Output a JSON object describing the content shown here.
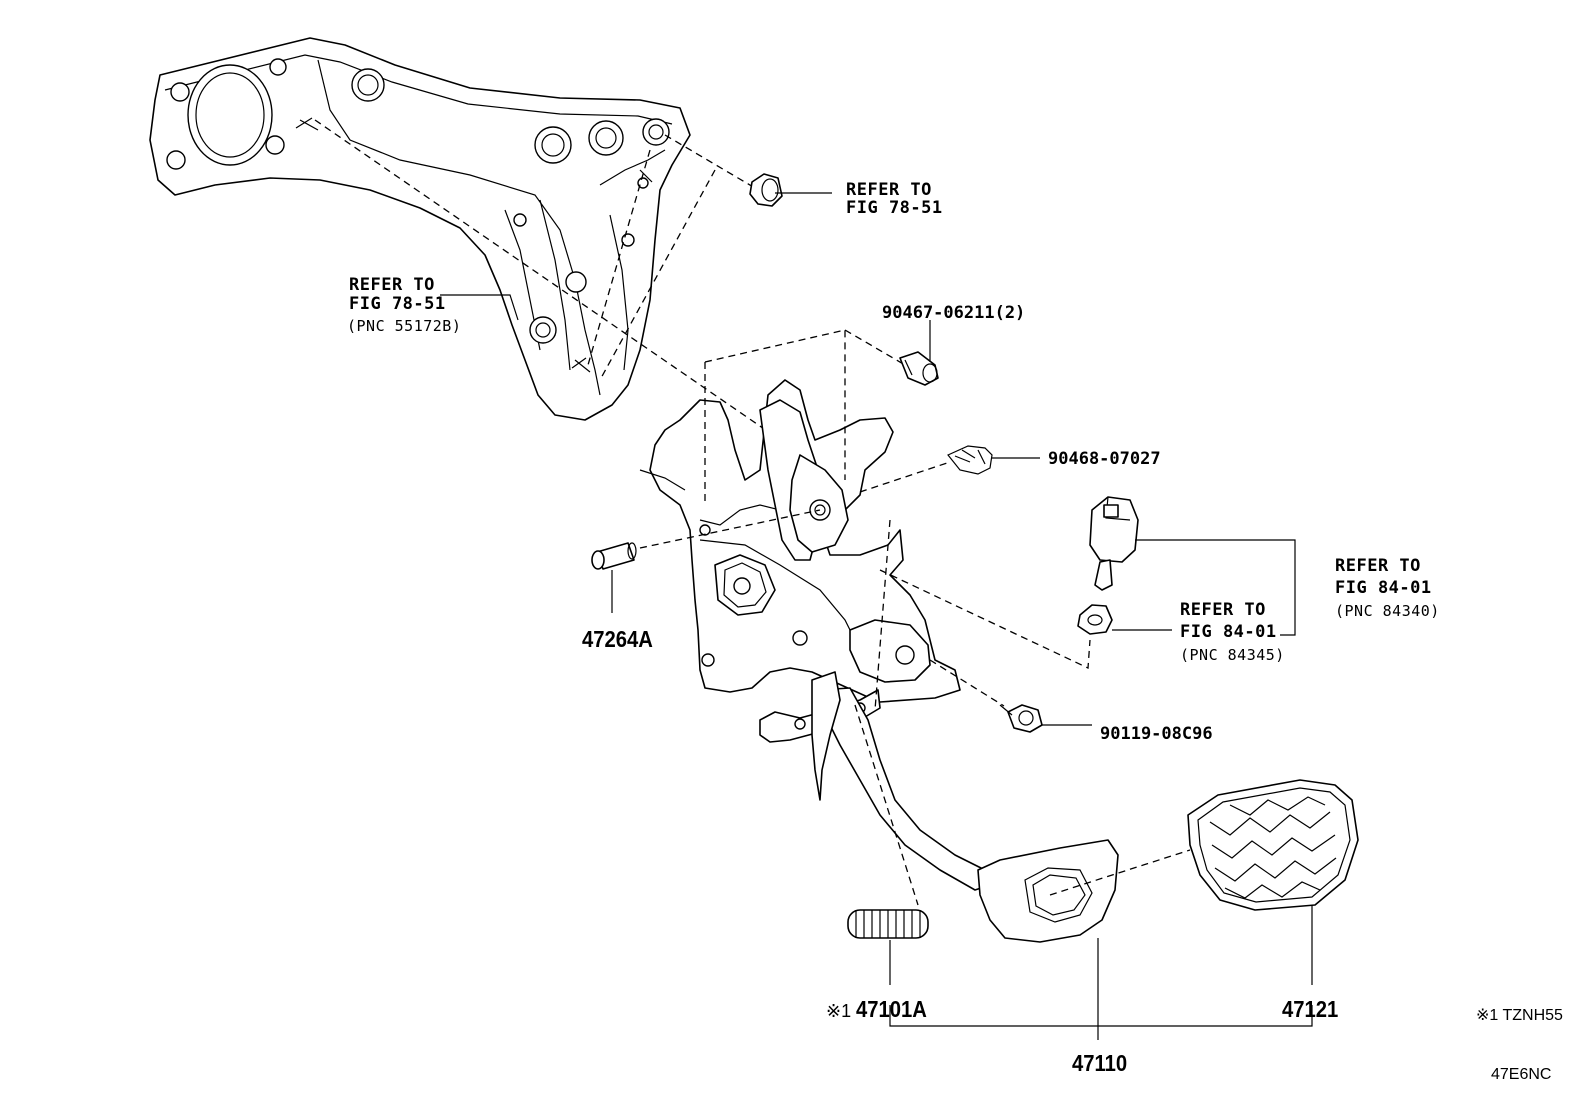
{
  "callouts": {
    "refer_top": {
      "line1": "REFER TO",
      "line2": "FIG 78-51"
    },
    "refer_left": {
      "line1": "REFER TO",
      "line2": "FIG 78-51",
      "pnc": "(PNC 55172B)"
    },
    "part_90467": "90467-06211(2)",
    "part_90468": "90468-07027",
    "refer_switch": {
      "line1": "REFER TO",
      "line2": "FIG 84-01",
      "pnc": "(PNC 84340)"
    },
    "refer_cushion": {
      "line1": "REFER TO",
      "line2": "FIG 84-01",
      "pnc": "(PNC 84345)"
    },
    "part_47264A": "47264A",
    "part_90119": "90119-08C96",
    "part_47101A": "47101A",
    "part_47101A_mark": "※1",
    "part_47121": "47121",
    "part_47110": "47110"
  },
  "footnote": "※1 TZNH55",
  "illustration_code": "47E6NC"
}
